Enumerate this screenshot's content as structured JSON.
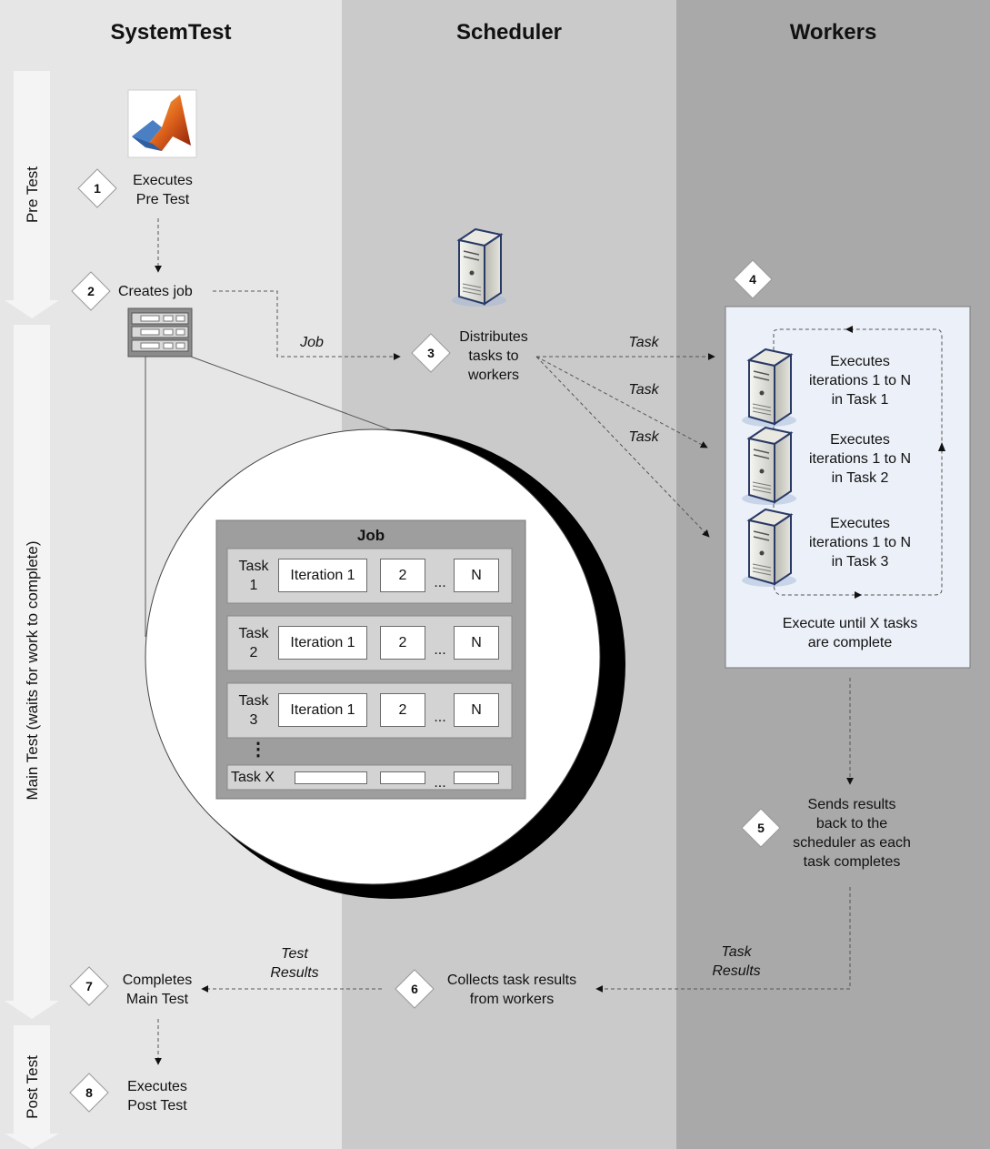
{
  "columns": {
    "systemtest": "SystemTest",
    "scheduler": "Scheduler",
    "workers": "Workers"
  },
  "phases": {
    "pre": "Pre Test",
    "main": "Main Test (waits for work to complete)",
    "post": "Post Test"
  },
  "steps": {
    "s1": {
      "num": "1",
      "line1": "Executes",
      "line2": "Pre Test"
    },
    "s2": {
      "num": "2",
      "text": "Creates job"
    },
    "s3": {
      "num": "3",
      "line1": "Distributes",
      "line2": "tasks to",
      "line3": "workers"
    },
    "s4": {
      "num": "4"
    },
    "s5": {
      "num": "5",
      "line1": "Sends results",
      "line2": "back to the",
      "line3": "scheduler as each",
      "line4": "task completes"
    },
    "s6": {
      "num": "6",
      "line1": "Collects task results",
      "line2": "from workers"
    },
    "s7": {
      "num": "7",
      "line1": "Completes",
      "line2": "Main Test"
    },
    "s8": {
      "num": "8",
      "line1": "Executes",
      "line2": "Post Test"
    }
  },
  "arrow_labels": {
    "job": "Job",
    "task": "Task",
    "test_results_1": "Test",
    "test_results_2": "Results",
    "task_results_1": "Task",
    "task_results_2": "Results"
  },
  "workers_panel": {
    "w1": [
      "Executes",
      "iterations 1 to N",
      "in Task 1"
    ],
    "w2": [
      "Executes",
      "iterations 1 to N",
      "in Task 2"
    ],
    "w3": [
      "Executes",
      "iterations 1 to N",
      "in Task 3"
    ],
    "footer1": "Execute until X tasks",
    "footer2": "are complete"
  },
  "job_detail": {
    "title": "Job",
    "tasks": [
      {
        "name1": "Task",
        "name2": "1",
        "iter": "Iteration 1",
        "two": "2",
        "dots": "...",
        "n": "N"
      },
      {
        "name1": "Task",
        "name2": "2",
        "iter": "Iteration 1",
        "two": "2",
        "dots": "...",
        "n": "N"
      },
      {
        "name1": "Task",
        "name2": "3",
        "iter": "Iteration 1",
        "two": "2",
        "dots": "...",
        "n": "N"
      }
    ],
    "vdots": "⋮",
    "last": {
      "name": "Task X",
      "dots": "..."
    }
  },
  "colors": {
    "col1": "#e6e6e6",
    "col2": "#cacaca",
    "col3": "#a9a9a9",
    "panel": "#ecf0f8",
    "arrow": "#f4f4f4"
  },
  "icons": {
    "app": "matlab-logo-icon",
    "job": "job-stack-icon",
    "server": "server-icon"
  }
}
